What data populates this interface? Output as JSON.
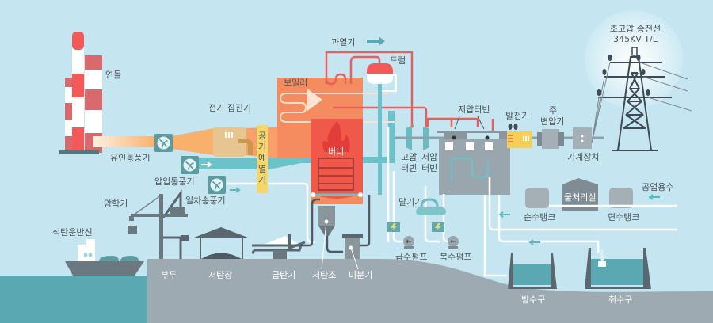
{
  "diagram_title": "석탄화력발전소 공정도",
  "labels": {
    "chimney": "연돌",
    "induced_fan": "유인통풍기",
    "forced_fan": "압입통풍기",
    "primary_fan": "일차송풍기",
    "electrostatic_precipitator": "전기 집진기",
    "air_preheater": "공기예열기",
    "boiler": "보일러",
    "superheater": "과열기",
    "drum": "드럼",
    "burner": "버너",
    "hp_turbine_line1": "고압",
    "hp_turbine_line2": "터빈",
    "lp_turbine_line1": "저압",
    "lp_turbine_line2": "터빈",
    "lp_turbine_group": "저압터빈",
    "generator": "발전기",
    "main_transformer_line1": "주",
    "main_transformer_line2": "변압기",
    "switchgear": "기계장치",
    "transmission_line_line1": "초고압 송전선",
    "transmission_line_line2": "345KV T/L",
    "deaerator": "달기기",
    "feed_pump": "급수펌프",
    "condensate_pump": "복수펌프",
    "water_treatment": "물처리실",
    "pure_water_tank": "순수탱크",
    "soft_water_tank": "연수탱크",
    "industrial_water": "공업용수",
    "discharge": "방수구",
    "intake": "취수구",
    "unloader": "암학기",
    "coal_ship": "석탄운반선",
    "pier": "부두",
    "coal_yard": "저탄장",
    "coal_feeder": "급탄기",
    "coal_bunker": "저탄조",
    "pulverizer": "미분기"
  },
  "colors": {
    "sky": "#c5e6f1",
    "ground": "#9eaab1",
    "sea": "#5aa8b1",
    "boiler": "#f58c5f",
    "furnace": "#f0584a",
    "steam_pipe": "#e8605e",
    "water_pipe": "#ffffff",
    "air_duct": "#6cc2c9",
    "flue_gas": "#f8b878",
    "preheater": "#f5d66b",
    "generator": "#f5cf5a",
    "machine": "#8a969c"
  }
}
